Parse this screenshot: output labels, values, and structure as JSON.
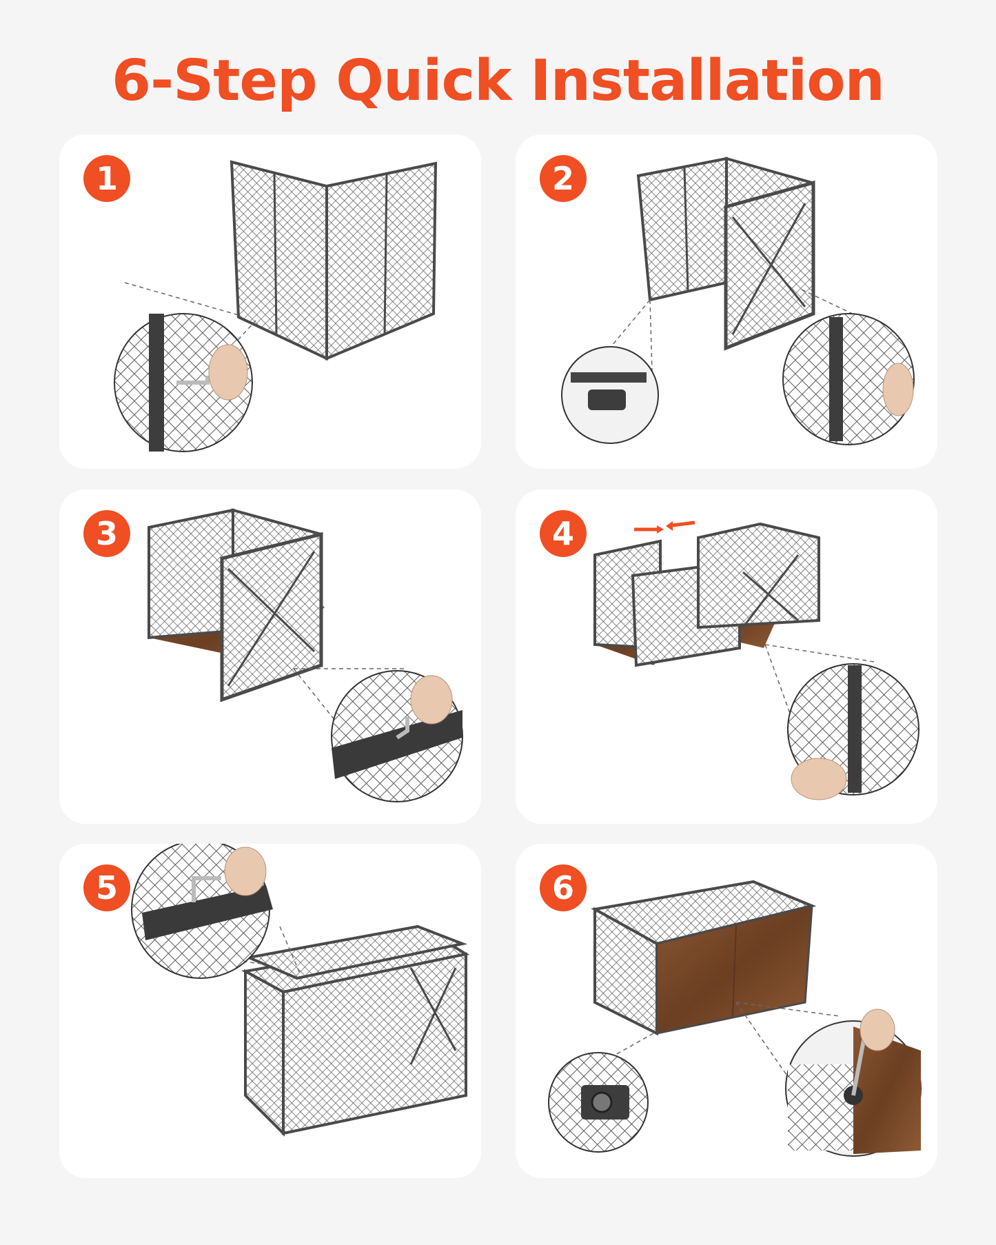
{
  "title": "6-Step Quick Installation",
  "colors": {
    "accent": "#f04e23",
    "background": "#f5f5f5",
    "card": "#ffffff",
    "frame": "#4a4a4a",
    "wood": "#7a4a2a"
  },
  "steps": [
    {
      "number": "1",
      "icon": "panel-hinge-connection"
    },
    {
      "number": "2",
      "icon": "door-panel-pin-connection"
    },
    {
      "number": "3",
      "icon": "base-screw-fastening"
    },
    {
      "number": "4",
      "icon": "two-units-joining"
    },
    {
      "number": "5",
      "icon": "top-panel-screwing"
    },
    {
      "number": "6",
      "icon": "wooden-panel-attach"
    }
  ]
}
